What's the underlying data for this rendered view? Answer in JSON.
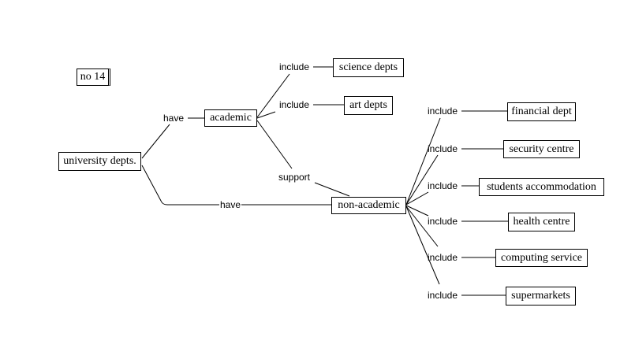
{
  "tag": "no 14",
  "nodes": {
    "university": "university depts.",
    "academic": "academic",
    "science": "science depts",
    "art": "art depts",
    "nonacademic": "non-academic",
    "financial": "financial dept",
    "security": "security centre",
    "accommodation": "students accommodation",
    "health": "health centre",
    "computing": "computing service",
    "supermarkets": "supermarkets"
  },
  "links": {
    "have_academic": "have",
    "have_nonacademic": "have",
    "include_science": "include",
    "include_art": "include",
    "support": "support",
    "include_financial": "include",
    "include_security": "include",
    "include_accommodation": "include",
    "include_health": "include",
    "include_computing": "include",
    "include_supermarkets": "include"
  }
}
